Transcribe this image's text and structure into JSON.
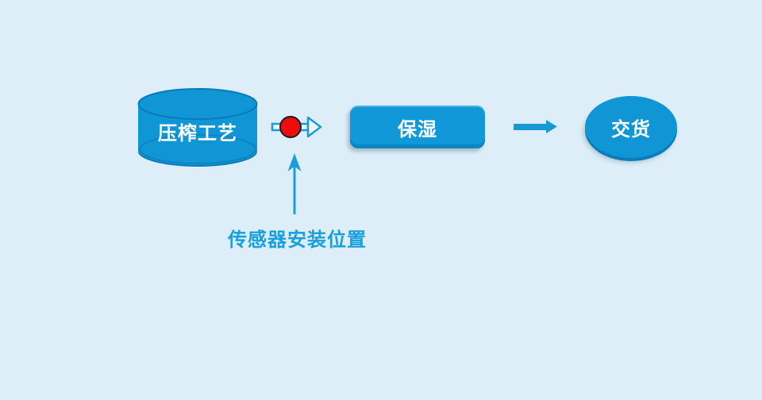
{
  "diagram": {
    "nodes": [
      {
        "id": "press-process",
        "shape": "cylinder",
        "label": "压榨工艺"
      },
      {
        "id": "moisturize",
        "shape": "rounded-rectangle",
        "label": "保湿"
      },
      {
        "id": "delivery",
        "shape": "ellipse",
        "label": "交货"
      }
    ],
    "connectors": [
      {
        "id": "press-to-moisturize",
        "type": "outline-arrow",
        "icon": "mini-right-arrow-icon",
        "marker": "sensor-red-dot"
      },
      {
        "id": "moisturize-to-delivery",
        "type": "solid-arrow",
        "icon": "right-arrow-icon"
      }
    ],
    "annotation": {
      "label": "传感器安装位置",
      "arrow": "up-arrow-icon"
    }
  },
  "colors": {
    "background": "#ddeef8",
    "node_fill": "#1095d5",
    "node_edge": "#0b7ab8",
    "arrow_blue": "#189fdc",
    "sensor_red": "#ee0d0d",
    "node_text": "#ffffff",
    "annotation_text": "#18a0dc"
  }
}
